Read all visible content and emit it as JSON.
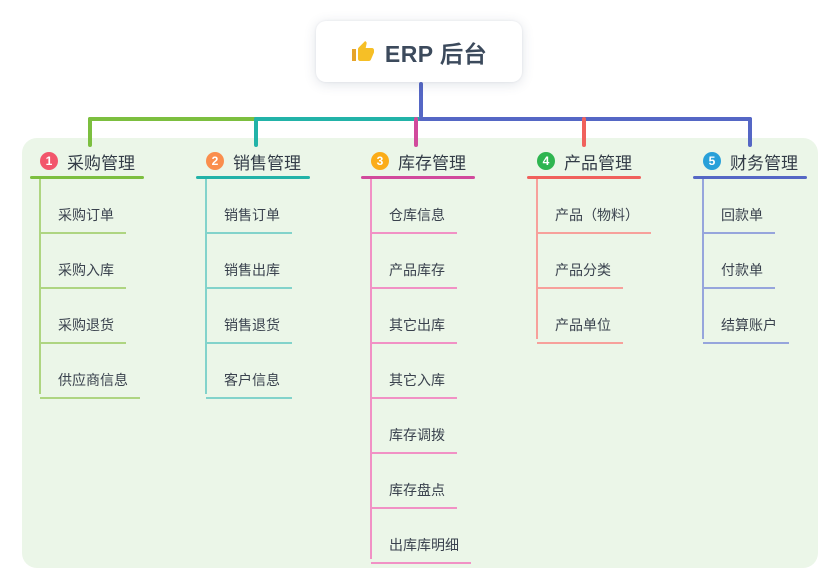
{
  "root_node": {
    "label": "ERP 后台",
    "icon": "thumbs-up-icon",
    "icon_color": "#f6bf26",
    "icon_cuff_color": "#e6a42b",
    "connector_color": "#5567c5"
  },
  "canvas": {
    "background": "#ffffff",
    "panel_color": "#ebf6e8"
  },
  "branches": [
    {
      "number": "1",
      "label": "采购管理",
      "badge_color": "#f2566b",
      "line_color": "#7cbf3f",
      "child_line_color": "#aed581",
      "children": [
        "采购订单",
        "采购入库",
        "采购退货",
        "供应商信息"
      ]
    },
    {
      "number": "2",
      "label": "销售管理",
      "badge_color": "#fa8e4d",
      "line_color": "#22b3a8",
      "child_line_color": "#82d3cb",
      "children": [
        "销售订单",
        "销售出库",
        "销售退货",
        "客户信息"
      ]
    },
    {
      "number": "3",
      "label": "库存管理",
      "badge_color": "#fbac18",
      "line_color": "#d14a9c",
      "child_line_color": "#f191c5",
      "children": [
        "仓库信息",
        "产品库存",
        "其它出库",
        "其它入库",
        "库存调拨",
        "库存盘点",
        "出库库明细"
      ]
    },
    {
      "number": "4",
      "label": "产品管理",
      "badge_color": "#2eb550",
      "line_color": "#f0615c",
      "child_line_color": "#f7a09b",
      "children": [
        "产品（物料）",
        "产品分类",
        "产品单位"
      ]
    },
    {
      "number": "5",
      "label": "财务管理",
      "badge_color": "#28a0d9",
      "line_color": "#5567c5",
      "child_line_color": "#96a5dc",
      "children": [
        "回款单",
        "付款单",
        "结算账户"
      ]
    }
  ]
}
